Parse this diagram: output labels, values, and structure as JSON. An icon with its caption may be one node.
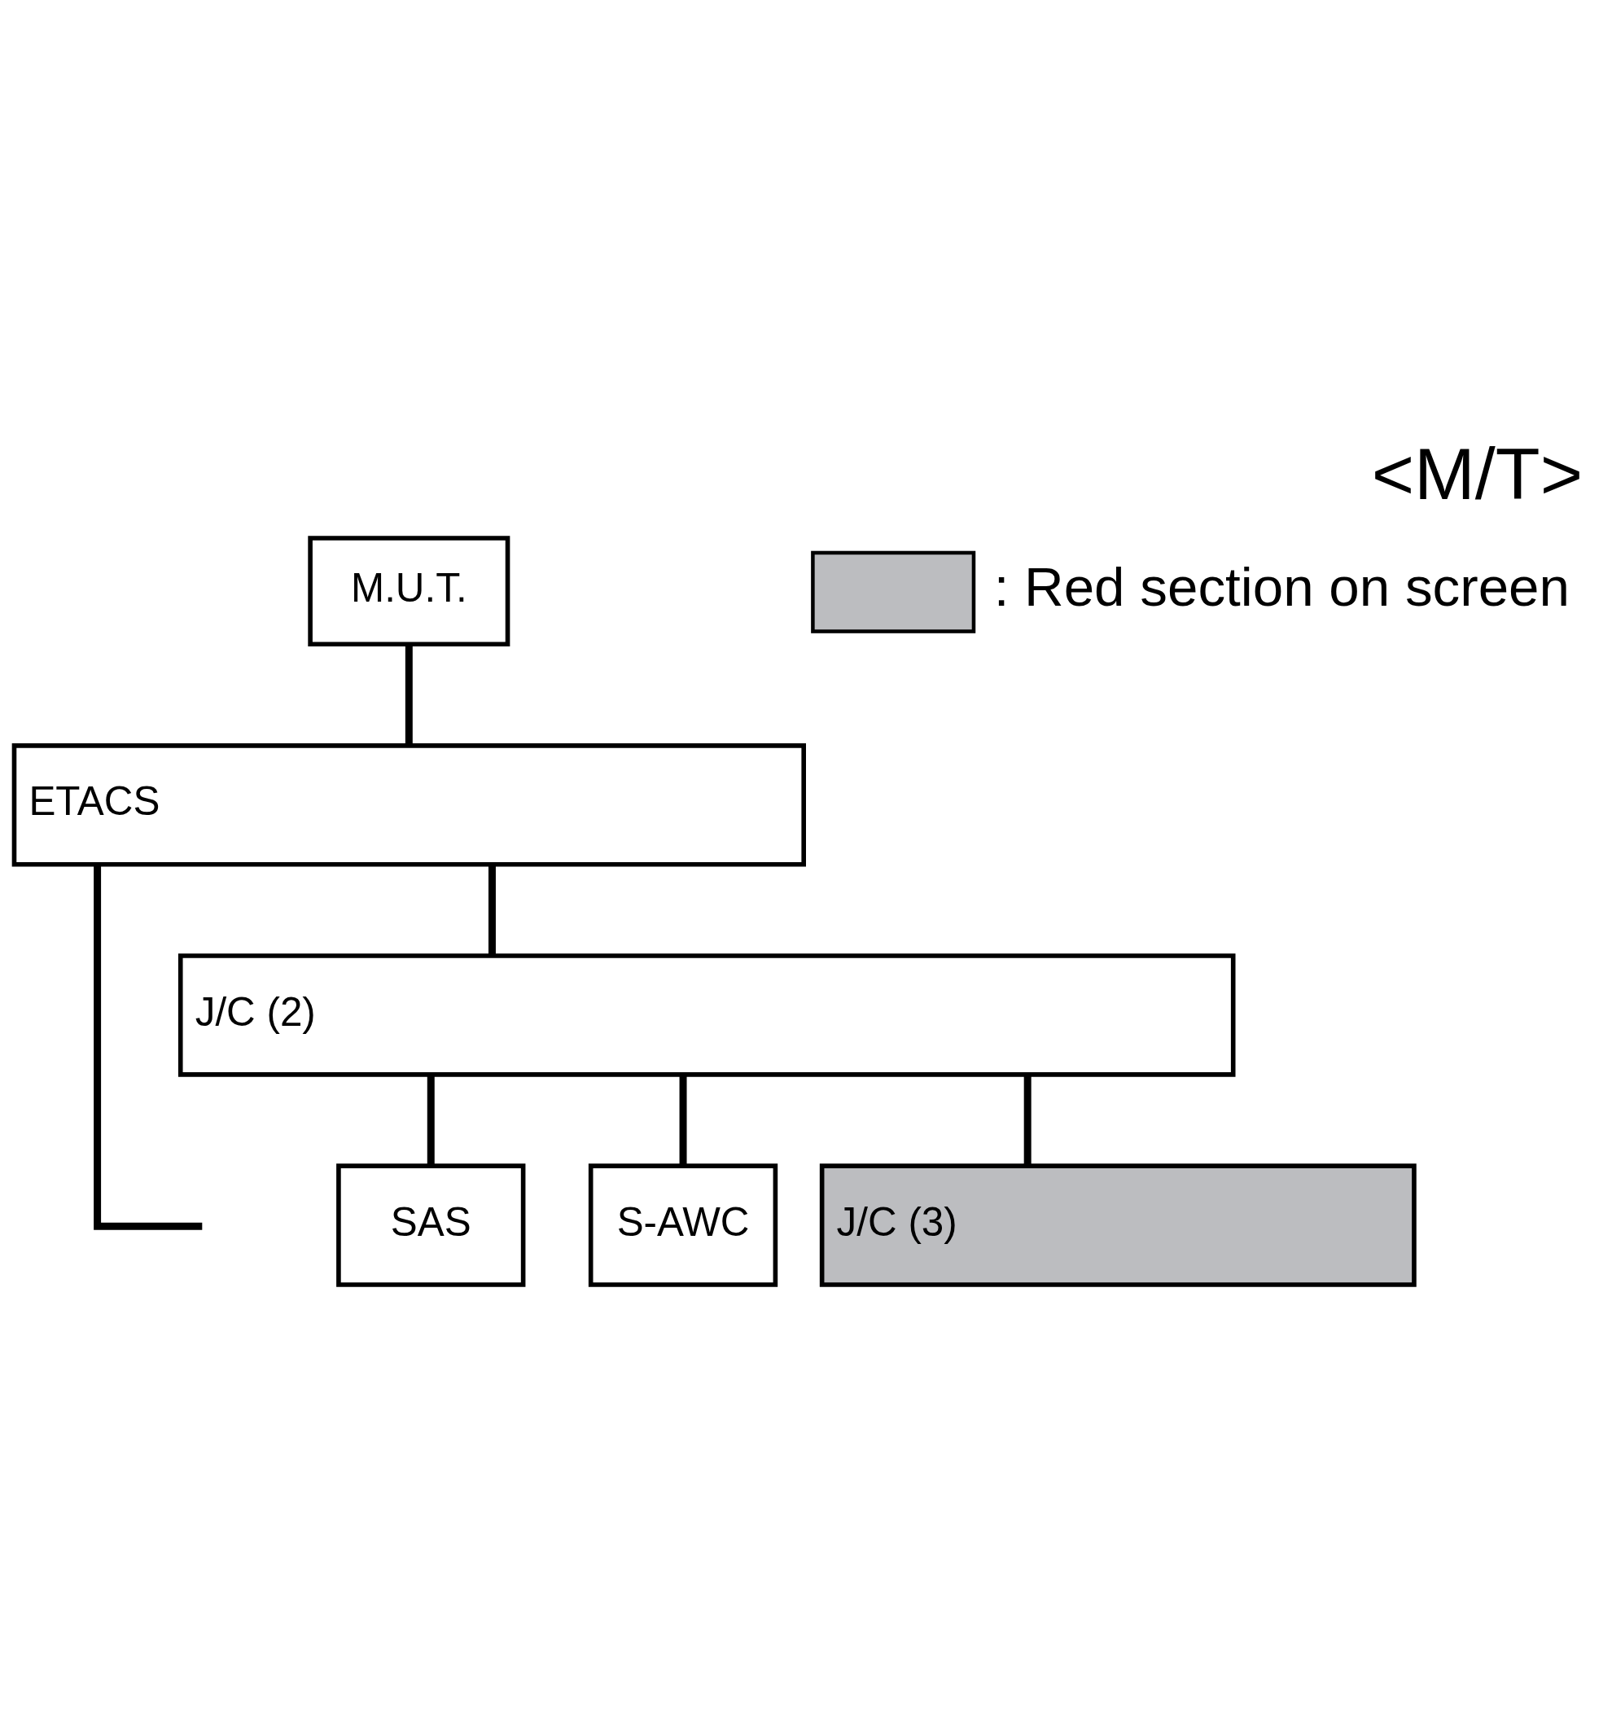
{
  "diagram": {
    "title": "<M/T>",
    "nodes": [
      {
        "text": [
          "M.U.T."
        ]
      },
      {
        "text": [
          "ETACS"
        ]
      },
      {
        "text": [
          "J/C (2)"
        ]
      },
      {
        "text": [
          "SAS"
        ]
      },
      {
        "text": [
          "S-AWC"
        ]
      },
      {
        "text": [
          "J/C (3)"
        ]
      }
    ],
    "edges": [
      {
        "from": 0,
        "to": 1,
        "arrow": "none"
      },
      {
        "from": 1,
        "to": 2,
        "arrow": "none"
      },
      {
        "from": 2,
        "to": 3,
        "arrow": "none"
      },
      {
        "from": 2,
        "to": 4,
        "arrow": "none"
      },
      {
        "from": 2,
        "to": 5,
        "arrow": "none"
      },
      {
        "from": 1,
        "to": null,
        "arrow": "none"
      }
    ],
    "legend": [
      {
        "text": ": Red section on screen",
        "color": "#bcbdc0"
      }
    ]
  }
}
